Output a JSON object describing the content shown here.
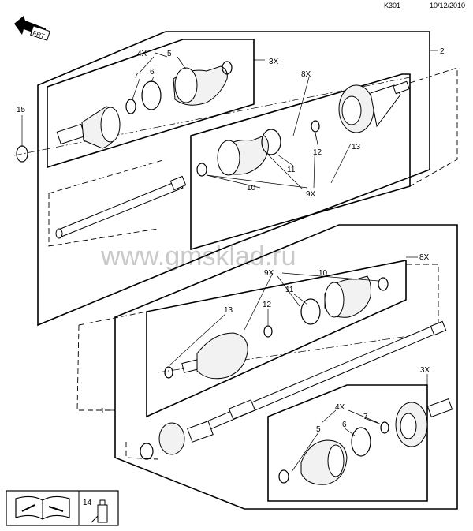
{
  "header": {
    "code": "K301",
    "date": "10/12/2010"
  },
  "front_indicator": {
    "text": "FRT",
    "icon": "front-arrow-icon"
  },
  "watermark": "www.gmsklad.ru",
  "labels": {
    "a_15": "15",
    "a_4x": "4X",
    "a_5": "5",
    "a_3x": "3X",
    "a_7": "7",
    "a_6": "6",
    "a_2": "2",
    "a_8x": "8X",
    "a_12": "12",
    "a_13": "13",
    "a_11": "11",
    "a_10": "10",
    "a_9x": "9X",
    "b_8x": "8X",
    "b_9x": "9X",
    "b_10": "10",
    "b_11": "11",
    "b_12": "12",
    "b_13": "13",
    "b_1": "1",
    "b_3x": "3X",
    "b_4x": "4X",
    "b_7": "7",
    "b_6": "6",
    "b_5": "5",
    "legend_14": "14"
  },
  "legend": {
    "book_icon": "service-manual-icon",
    "tube_icon": "grease-tube-icon"
  }
}
